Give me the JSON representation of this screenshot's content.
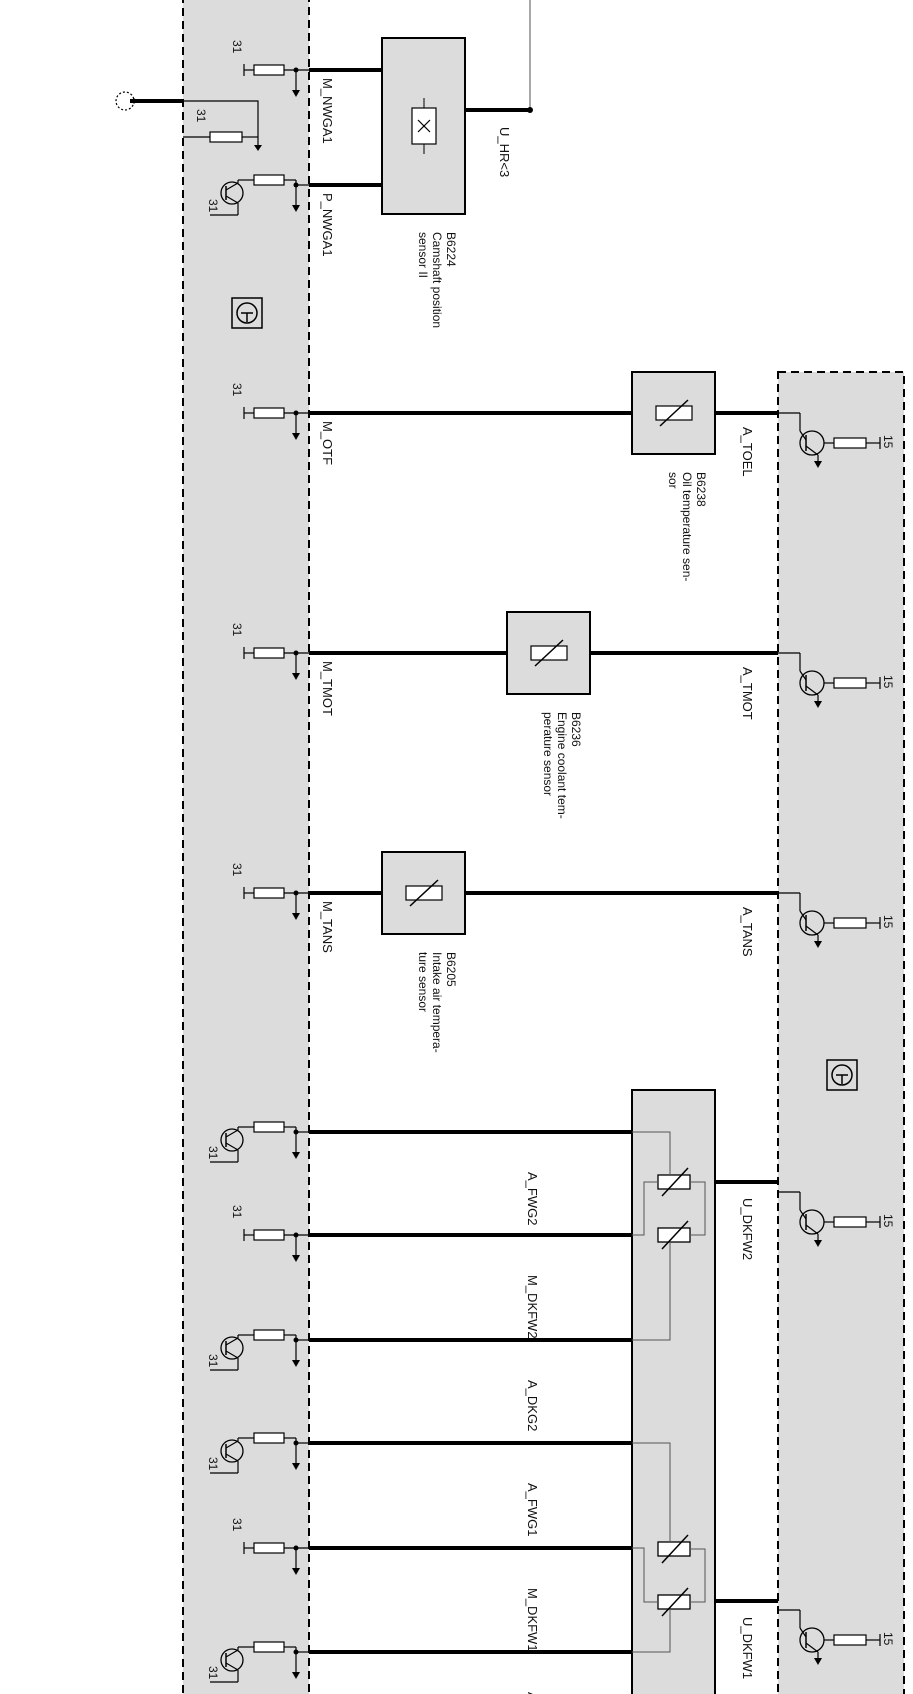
{
  "diagram": {
    "colors": {
      "module_fill": "#dcdcdc",
      "wire": "#000000",
      "background": "#ffffff",
      "thin_wire": "#6e6e6e"
    },
    "terminal_31": "31",
    "terminal_15": "15",
    "left_pins": [
      {
        "type": "resistor",
        "terminal": "31",
        "label": "M_NWGA1"
      },
      {
        "type": "transistor",
        "terminal": "31",
        "label": "P_NWGA1"
      },
      {
        "type": "resistor",
        "terminal": "31",
        "label": "M_OTF"
      },
      {
        "type": "resistor",
        "terminal": "31",
        "label": "M_TMOT"
      },
      {
        "type": "resistor",
        "terminal": "31",
        "label": "M_TANS"
      },
      {
        "type": "transistor",
        "terminal": "31",
        "label": "A_FWG2"
      },
      {
        "type": "resistor",
        "terminal": "31",
        "label": "M_DKFW2"
      },
      {
        "type": "transistor",
        "terminal": "31",
        "label": "A_DKG2"
      },
      {
        "type": "transistor",
        "terminal": "31",
        "label": "A_FWG1"
      },
      {
        "type": "resistor",
        "terminal": "31",
        "label": "M_DKFW1"
      },
      {
        "type": "transistor",
        "terminal": "31",
        "label": "A_D"
      }
    ],
    "right_pins": [
      {
        "type": "transistor",
        "terminal": "15",
        "label": "A_TOEL"
      },
      {
        "type": "transistor",
        "terminal": "15",
        "label": "A_TMOT"
      },
      {
        "type": "transistor",
        "terminal": "15",
        "label": "A_TANS"
      },
      {
        "type": "transistor",
        "terminal": "15",
        "label": "U_DKFW2"
      },
      {
        "type": "transistor",
        "terminal": "15",
        "label": "U_DKFW1"
      }
    ],
    "components": [
      {
        "id": "B6224",
        "desc_lines": [
          "Camshaft position",
          "sensor II"
        ],
        "output": "U_HR<3"
      },
      {
        "id": "B6238",
        "desc_lines": [
          "Oil temperature sen-",
          "sor"
        ]
      },
      {
        "id": "B6236",
        "desc_lines": [
          "Engine coolant tem-",
          "perature sensor"
        ]
      },
      {
        "id": "B6205",
        "desc_lines": [
          "Intake air tempera-",
          "ture sensor"
        ]
      }
    ]
  }
}
